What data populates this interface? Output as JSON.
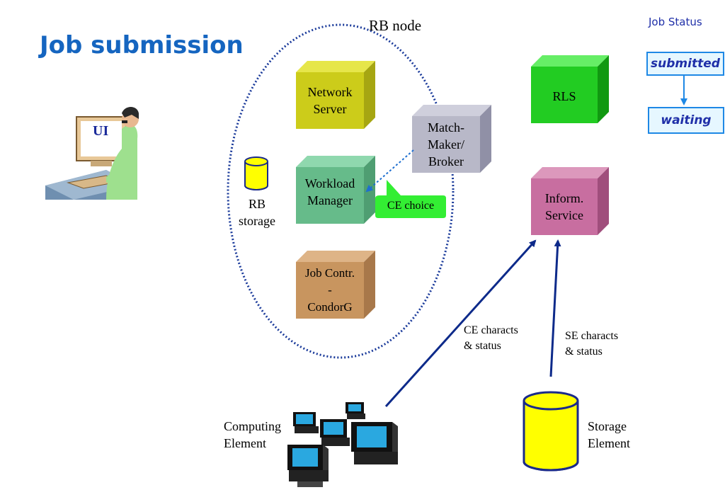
{
  "title": "Job submission",
  "rb_node_label": "RB node",
  "job_status": {
    "heading": "Job Status",
    "states": [
      "submitted",
      "waiting"
    ]
  },
  "ui": {
    "label": "UI"
  },
  "components": {
    "network_server": [
      "Network",
      "Server"
    ],
    "workload_manager": [
      "Workload",
      "Manager"
    ],
    "job_controller": [
      "Job Contr.",
      "-",
      "CondorG"
    ],
    "match_maker": [
      "Match-",
      "Maker/",
      "Broker"
    ],
    "rls": [
      "RLS"
    ],
    "inform_service": [
      "Inform.",
      "Service"
    ]
  },
  "rb_storage": [
    "RB",
    "storage"
  ],
  "ce_choice": "CE choice",
  "ce_characts": [
    "CE characts",
    "& status"
  ],
  "se_characts": [
    "SE characts",
    "& status"
  ],
  "computing_element": [
    "Computing",
    "Element"
  ],
  "storage_element": [
    "Storage",
    "Element"
  ],
  "colors": {
    "title": "#1565c0",
    "network_server": "#cccc1a",
    "workload_manager": "#66bb8a",
    "job_controller": "#c8955f",
    "match_maker": "#b8b8c8",
    "rls": "#22cc22",
    "inform_service": "#c86ea0",
    "storage_yellow": "#ffff00",
    "arrow_blue": "#0d2a8a",
    "ce_choice": "#33ee33"
  }
}
